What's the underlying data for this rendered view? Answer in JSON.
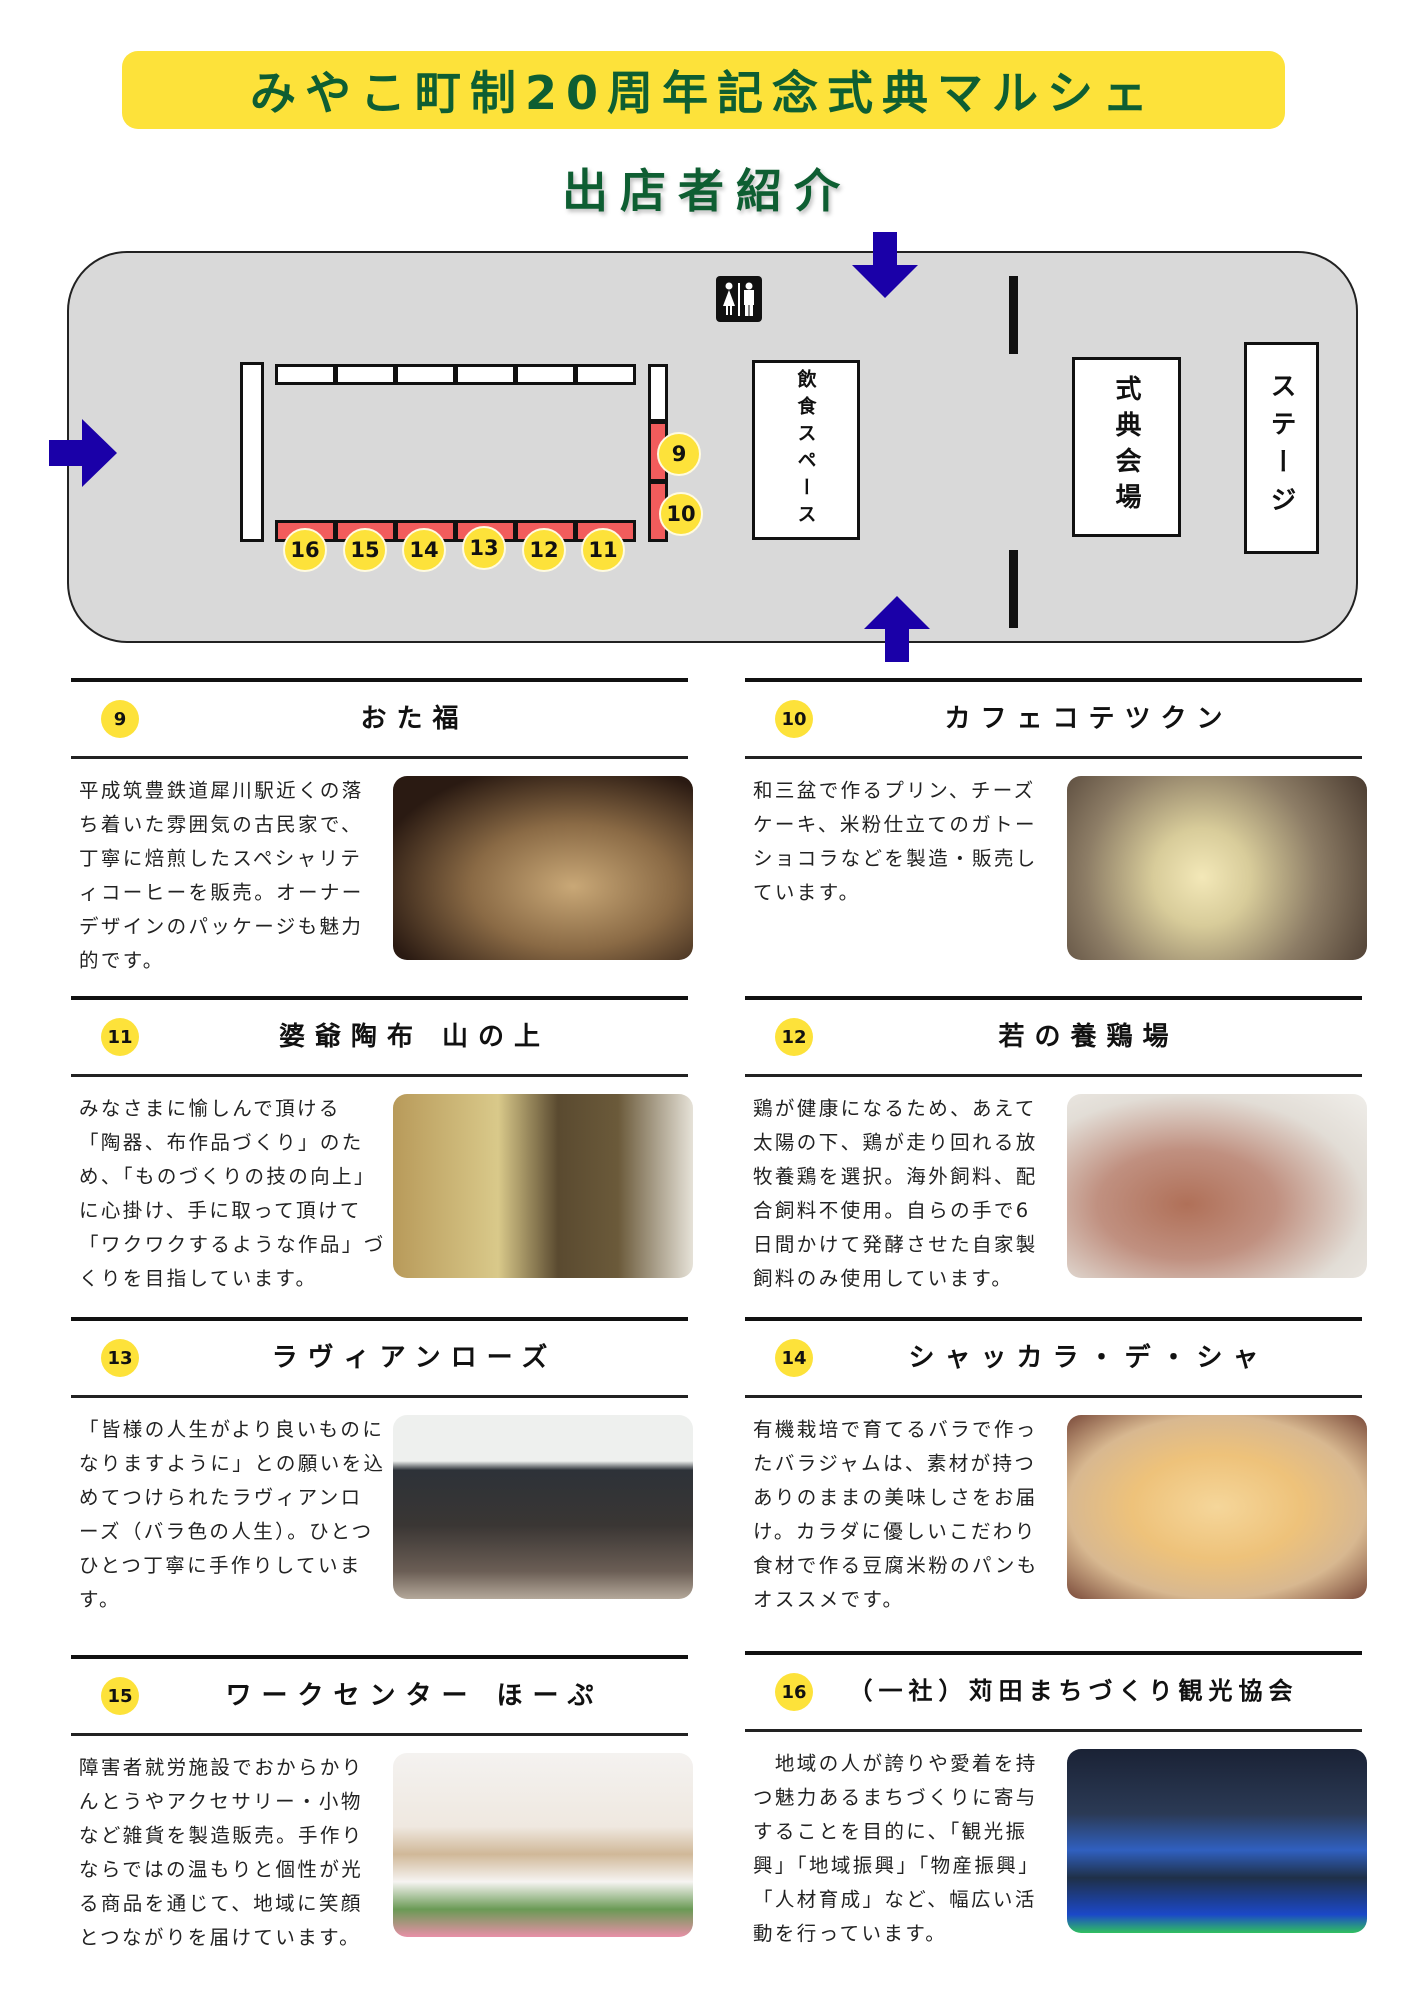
{
  "header": {
    "title": "みやこ町制20周年記念式典マルシェ",
    "subtitle": "出店者紹介"
  },
  "map": {
    "dining_label": "飲食スペース",
    "ceremony_label": "式典会場",
    "stage_label": "ステージ",
    "booth_numbers": [
      "9",
      "10",
      "11",
      "12",
      "13",
      "14",
      "15",
      "16"
    ],
    "colors": {
      "floor": "#d9d9d9",
      "booth": "#f25c5c",
      "badge": "#fde23a",
      "arrow": "#1a00a8"
    }
  },
  "vendors": [
    {
      "no": "9",
      "name": "おた福",
      "lines": [
        "平成筑豊鉄道犀川駅近くの落",
        "ち着いた雰囲気の古民家で、",
        "丁寧に焙煎したスペシャリテ",
        "ィコーヒーを販売。オーナー",
        "デザインのパッケージも魅力",
        "的です。"
      ]
    },
    {
      "no": "10",
      "name": "カフェコテツクン",
      "lines": [
        "和三盆で作るプリン、チーズ",
        "ケーキ、米粉仕立てのガトー",
        "ショコラなどを製造・販売し",
        "ています。"
      ]
    },
    {
      "no": "11",
      "name": "婆爺陶布 山の上",
      "lines": [
        "みなさまに愉しんで頂ける",
        "「陶器、布作品づくり」のた",
        "め、「ものづくりの技の向上」",
        "に心掛け、手に取って頂けて",
        "「ワクワクするような作品」づ",
        "くりを目指しています。"
      ]
    },
    {
      "no": "12",
      "name": "若の養鶏場",
      "lines": [
        "鶏が健康になるため、あえて",
        "太陽の下、鶏が走り回れる放",
        "牧養鶏を選択。海外飼料、配",
        "合飼料不使用。自らの手で6",
        "日間かけて発酵させた自家製",
        "飼料のみ使用しています。"
      ]
    },
    {
      "no": "13",
      "name": "ラヴィアンローズ",
      "lines": [
        "「皆様の人生がより良いものに",
        "なりますように」との願いを込",
        "めてつけられたラヴィアンロ",
        "ーズ（バラ色の人生）。ひとつ",
        "ひとつ丁寧に手作りしていま",
        "す。"
      ]
    },
    {
      "no": "14",
      "name": "シャッカラ・デ・シャ",
      "lines": [
        "有機栽培で育てるバラで作っ",
        "たバラジャムは、素材が持つ",
        "ありのままの美味しさをお届",
        "け。カラダに優しいこだわり",
        "食材で作る豆腐米粉のパンも",
        "オススメです。"
      ]
    },
    {
      "no": "15",
      "name": "ワークセンター ほーぷ",
      "lines": [
        "障害者就労施設でおからかり",
        "んとうやアクセサリー・小物",
        "など雑貨を製造販売。手作り",
        "ならではの温もりと個性が光",
        "る商品を通じて、地域に笑顔",
        "とつながりを届けています。"
      ]
    },
    {
      "no": "16",
      "name": "（一社）苅田まちづくり観光協会",
      "lines": [
        "　地域の人が誇りや愛着を持",
        "つ魅力あるまちづくりに寄与",
        "することを目的に、「観光振",
        "興」「地域振興」「物産振興」",
        "「人材育成」など、幅広い活",
        "動を行っています。"
      ]
    }
  ]
}
